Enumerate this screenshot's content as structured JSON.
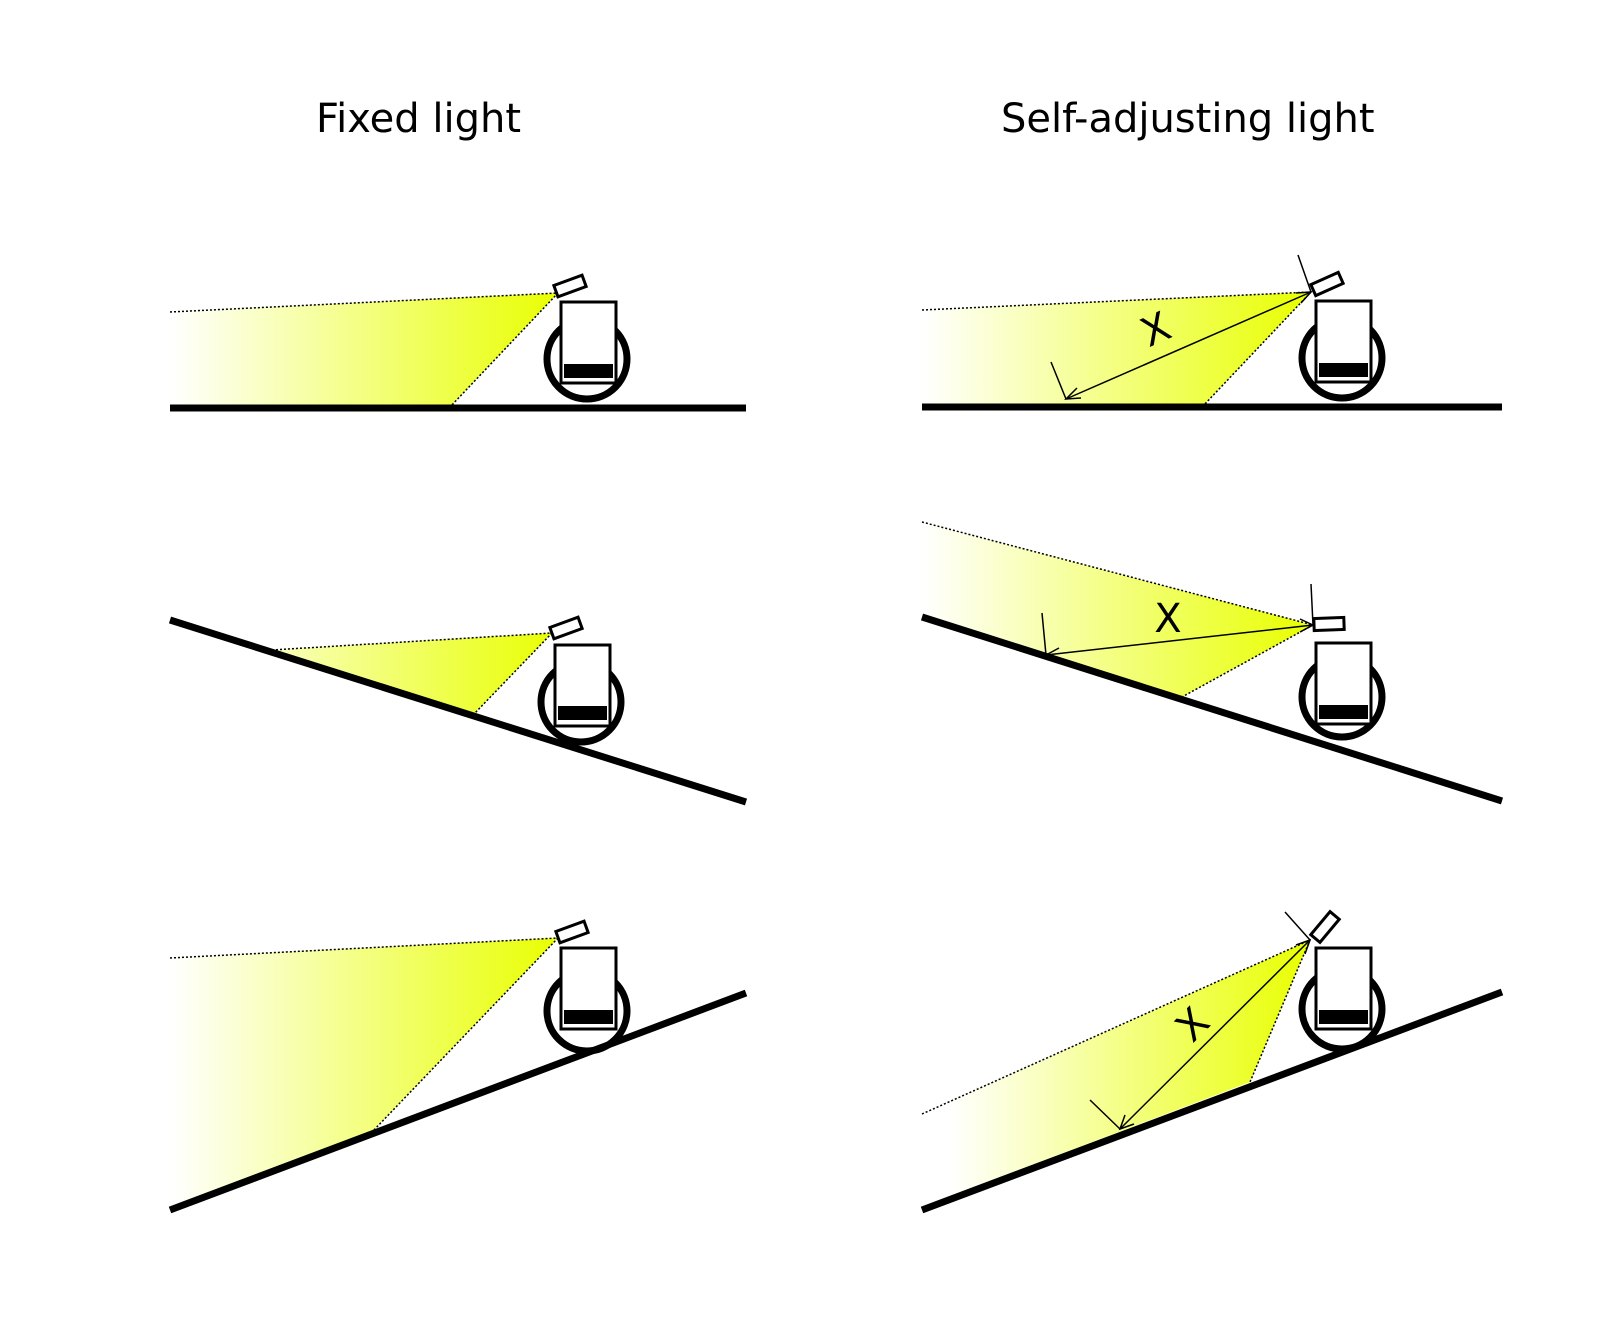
{
  "titles": {
    "fixed": "Fixed light",
    "self_adjusting": "Self-adjusting light"
  },
  "distance_label": "X",
  "colors": {
    "beam": "#e8ff00",
    "ground": "#000000",
    "background": "#ffffff"
  },
  "icons": [
    "unicycle-icon",
    "headlight-icon"
  ]
}
